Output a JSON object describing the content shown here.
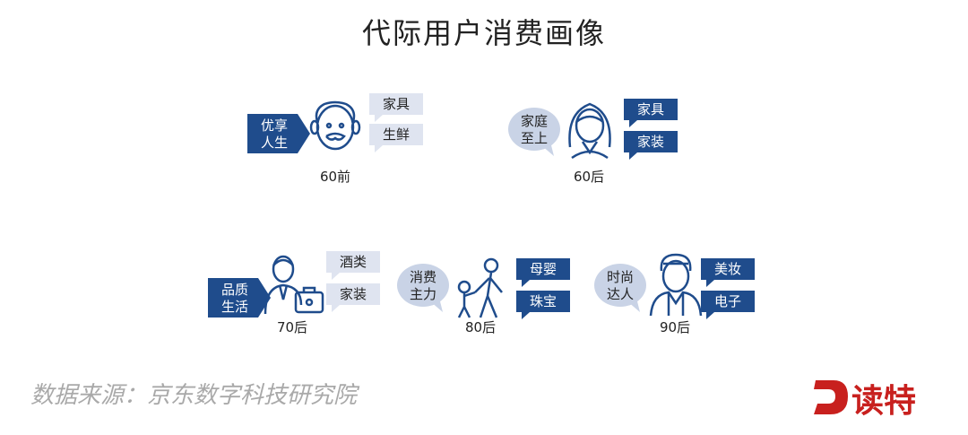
{
  "title": "代际用户消费画像",
  "groups": [
    {
      "age": "60前",
      "label": "优享\n人生",
      "label_style": "arrow",
      "tags": [
        "家具",
        "生鲜"
      ],
      "tag_style": "light"
    },
    {
      "age": "60后",
      "label": "家庭\n至上",
      "label_style": "bubble",
      "tags": [
        "家具",
        "家装"
      ],
      "tag_style": "dark"
    },
    {
      "age": "70后",
      "label": "品质\n生活",
      "label_style": "arrow",
      "tags": [
        "酒类",
        "家装"
      ],
      "tag_style": "light"
    },
    {
      "age": "80后",
      "label": "消费\n主力",
      "label_style": "bubble",
      "tags": [
        "母婴",
        "珠宝"
      ],
      "tag_style": "dark"
    },
    {
      "age": "90后",
      "label": "时尚\n达人",
      "label_style": "bubble",
      "tags": [
        "美妆",
        "电子"
      ],
      "tag_style": "dark"
    }
  ],
  "source": "数据来源：京东数字科技研究院",
  "logo": {
    "letter": "D",
    "word": "读特"
  },
  "colors": {
    "dark_blue": "#1f4c8c",
    "light_blue": "#dfe4f0",
    "bubble": "#c9d3e6",
    "logo_red": "#c8201e",
    "source_gray": "#a9a9a9"
  }
}
